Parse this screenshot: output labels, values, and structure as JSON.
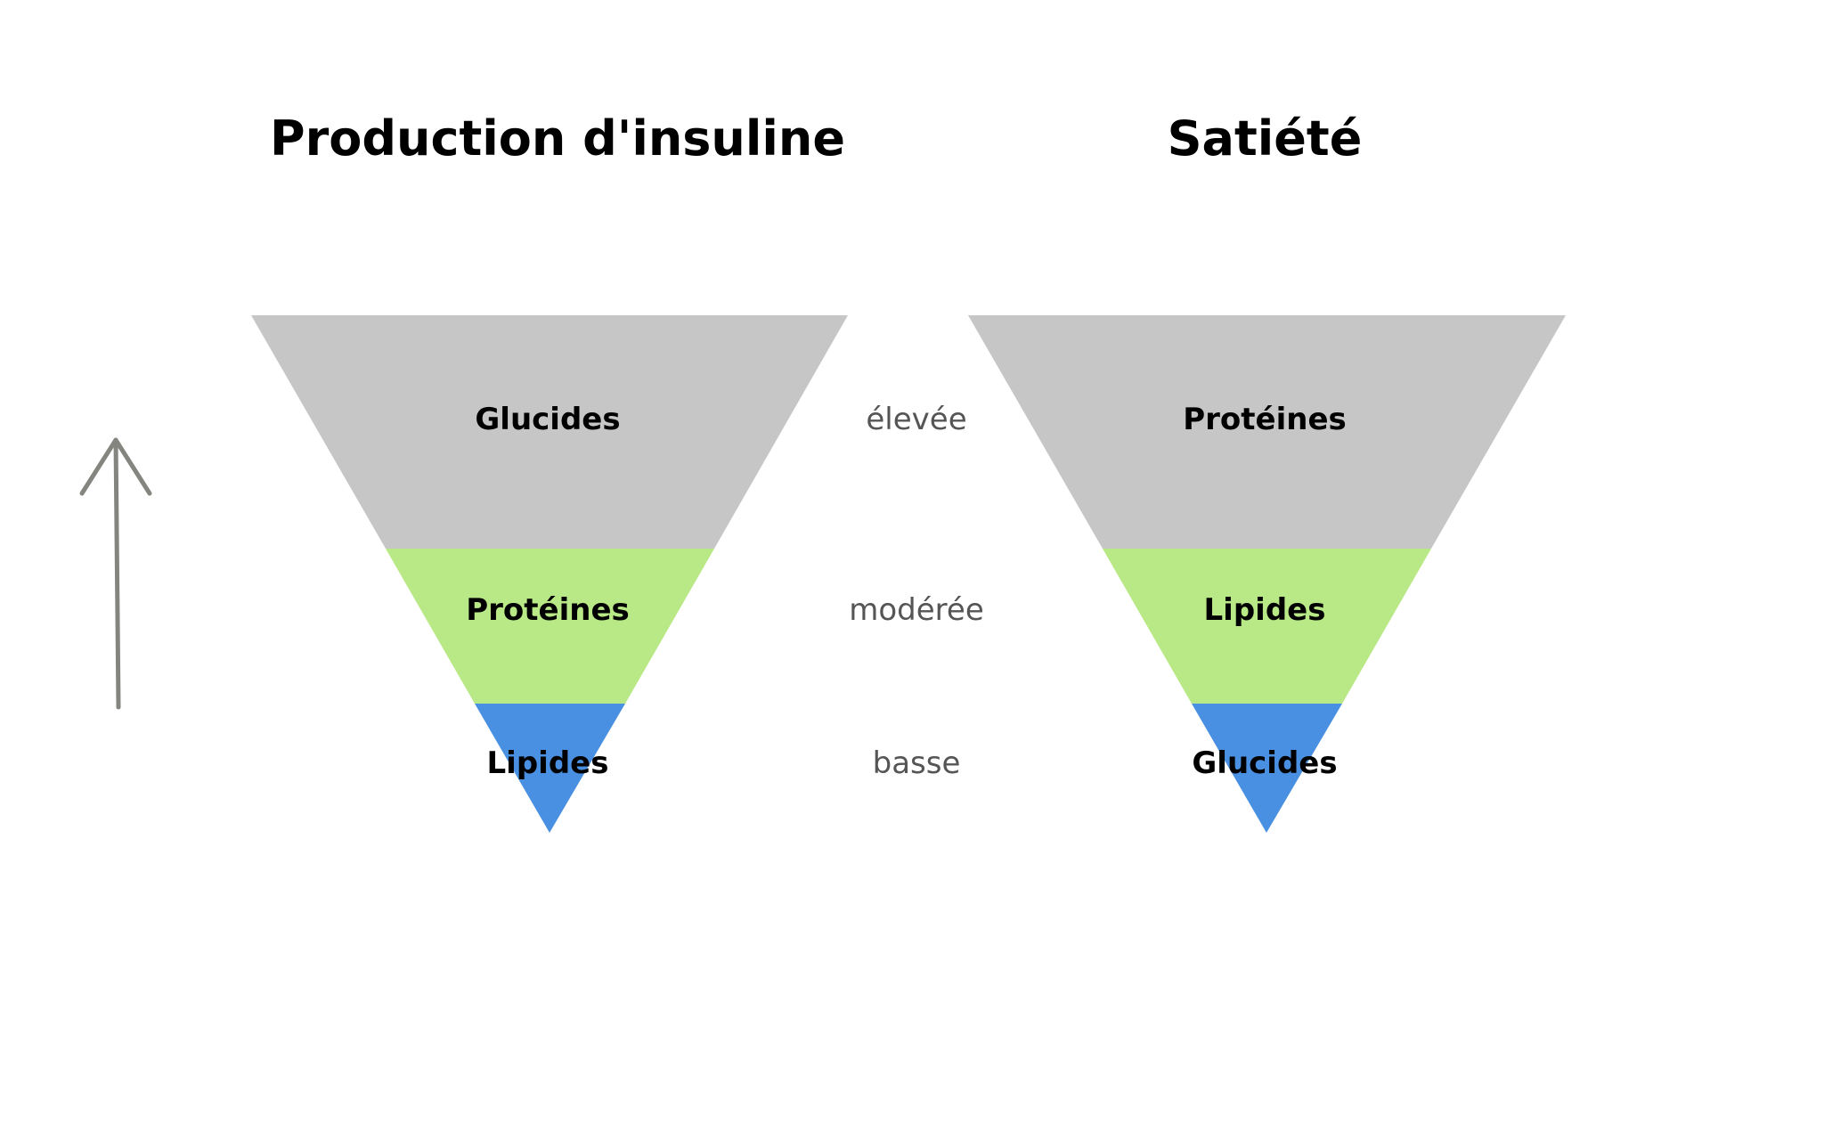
{
  "colors": {
    "high": "#c6c6c6",
    "moderate": "#b8e986",
    "low": "#4a90e2",
    "arrow": "#85857f"
  },
  "left": {
    "title": "Production d'insuline",
    "bands": [
      "Glucides",
      "Protéines",
      "Lipides"
    ]
  },
  "right": {
    "title": "Satiété",
    "bands": [
      "Protéines",
      "Lipides",
      "Glucides"
    ]
  },
  "levels": [
    "élevée",
    "modérée",
    "basse"
  ]
}
